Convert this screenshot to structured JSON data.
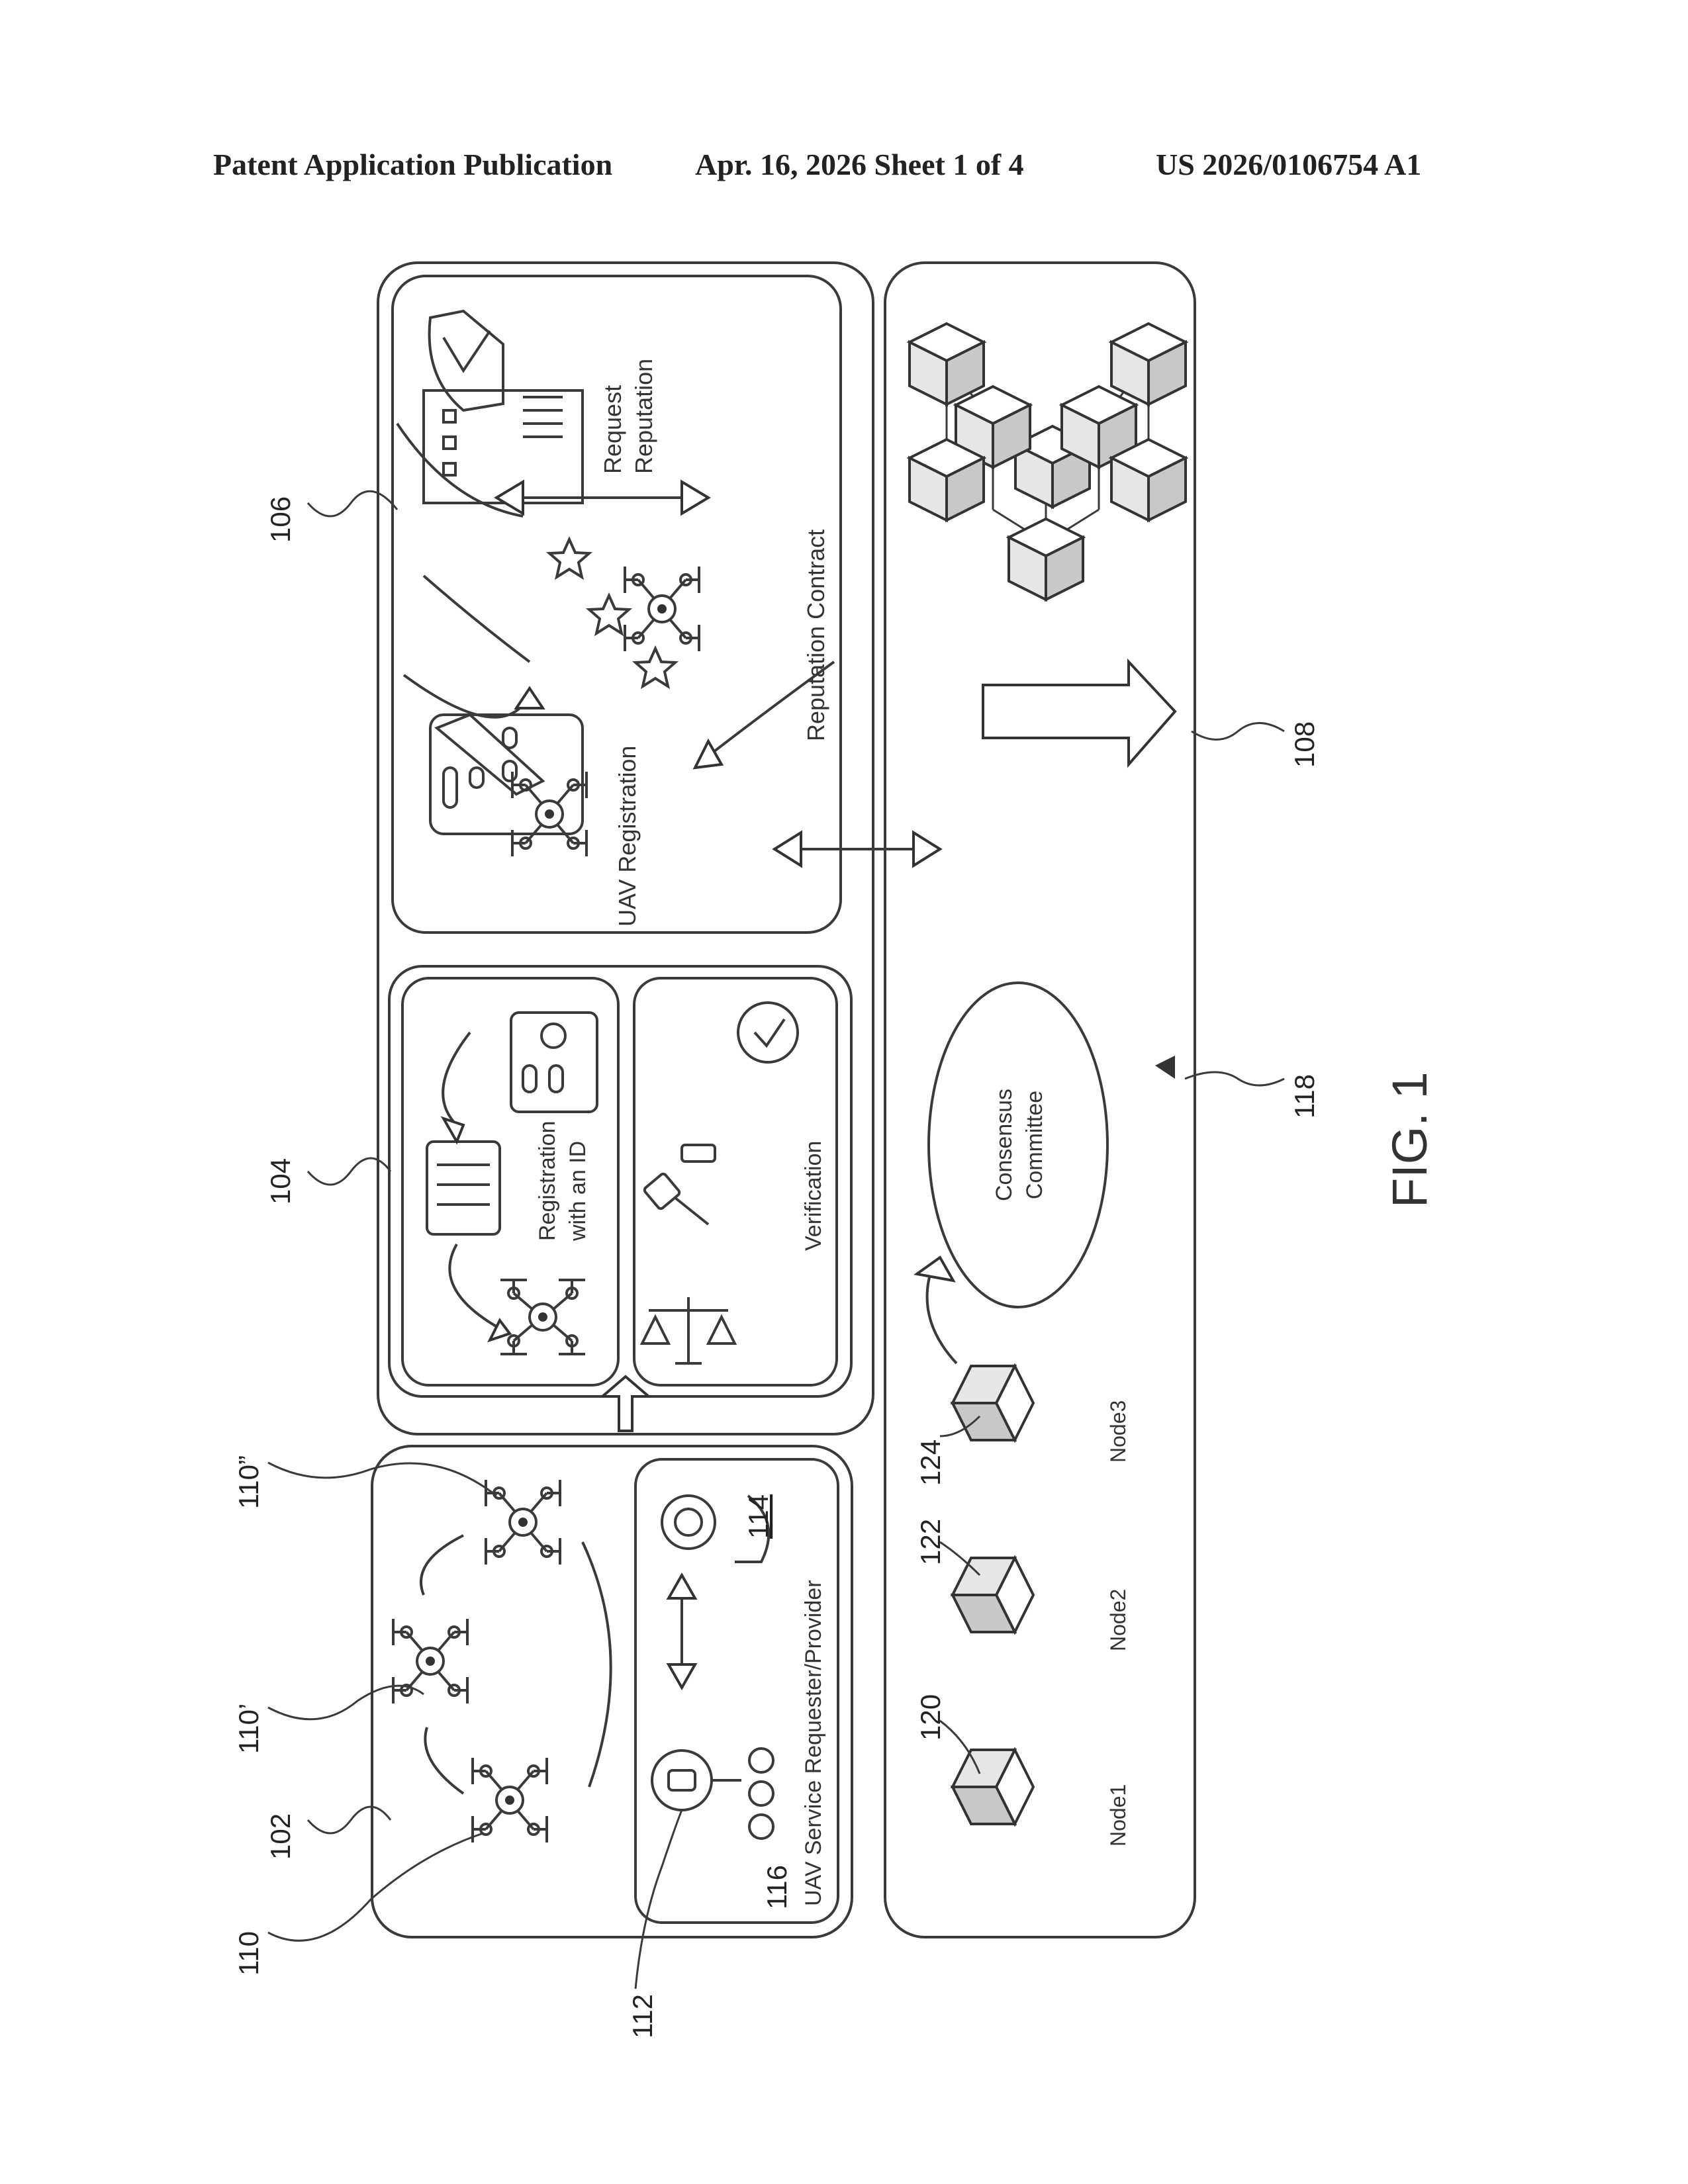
{
  "header": {
    "left": "Patent Application Publication",
    "middle": "Apr. 16, 2026  Sheet 1 of 4",
    "right": "US 2026/0106754 A1"
  },
  "figure_label": "FIG. 1",
  "refs": {
    "r102": "102",
    "r104": "104",
    "r106": "106",
    "r108": "108",
    "r110": "110",
    "r110p": "110’",
    "r110pp": "110”",
    "r112": "112",
    "r114": "114",
    "r116": "116",
    "r118": "118",
    "r120": "120",
    "r122": "122",
    "r124": "124"
  },
  "labels": {
    "uav_service": "UAV Service Requester/Provider",
    "registration_line1": "Registration",
    "registration_line2": "with an ID",
    "verification": "Verification",
    "uav_registration": "UAV Registration",
    "reputation_contract": "Reputation Contract",
    "request_line1": "Request",
    "request_line2": "Reputation",
    "consensus_line1": "Consensus",
    "consensus_line2": "Committee",
    "node1": "Node1",
    "node2": "Node2",
    "node3": "Node3"
  }
}
